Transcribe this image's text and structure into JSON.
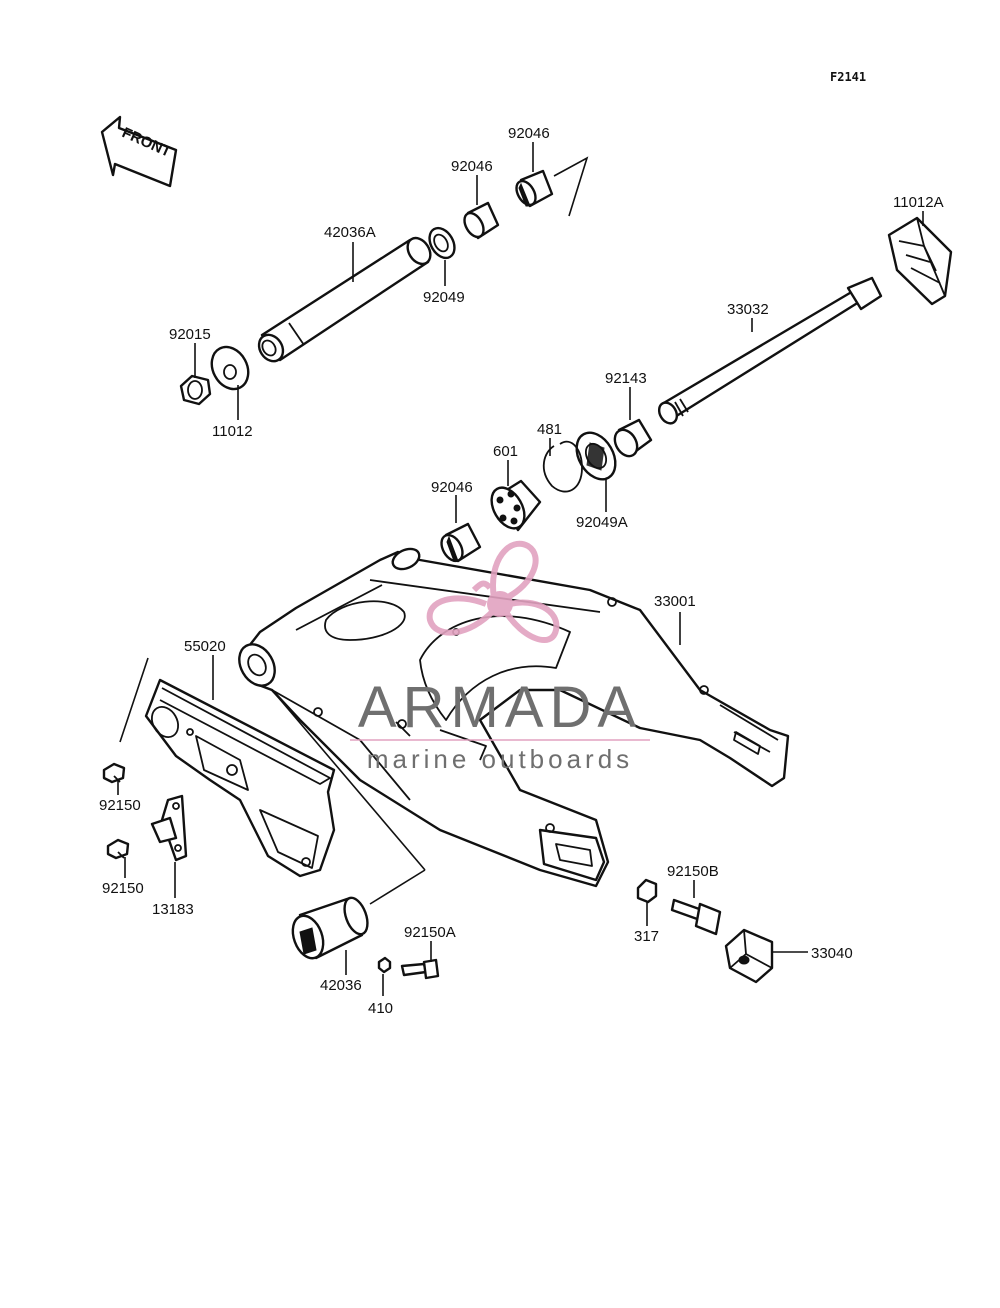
{
  "diagram_code": "F2141",
  "front_arrow_label": "FRONT",
  "labels": {
    "l92046_top": "92046",
    "l92046_mid": "92046",
    "l42036A": "42036A",
    "l92049": "92049",
    "l11012A": "11012A",
    "l33032": "33032",
    "l92015": "92015",
    "l11012": "11012",
    "l92143": "92143",
    "l481": "481",
    "l601": "601",
    "l92046_low": "92046",
    "l92049A": "92049A",
    "l33001": "33001",
    "l55020": "55020",
    "l92150_a": "92150",
    "l92150_b": "92150",
    "l13183": "13183",
    "l92150B": "92150B",
    "l317": "317",
    "l33040": "33040",
    "l92150A": "92150A",
    "l42036": "42036",
    "l410": "410"
  },
  "watermark": {
    "title": "ARMADA",
    "subtitle": "marine outboards",
    "accent_color": "#e2a2c0",
    "text_color": "#6f6f6f"
  }
}
